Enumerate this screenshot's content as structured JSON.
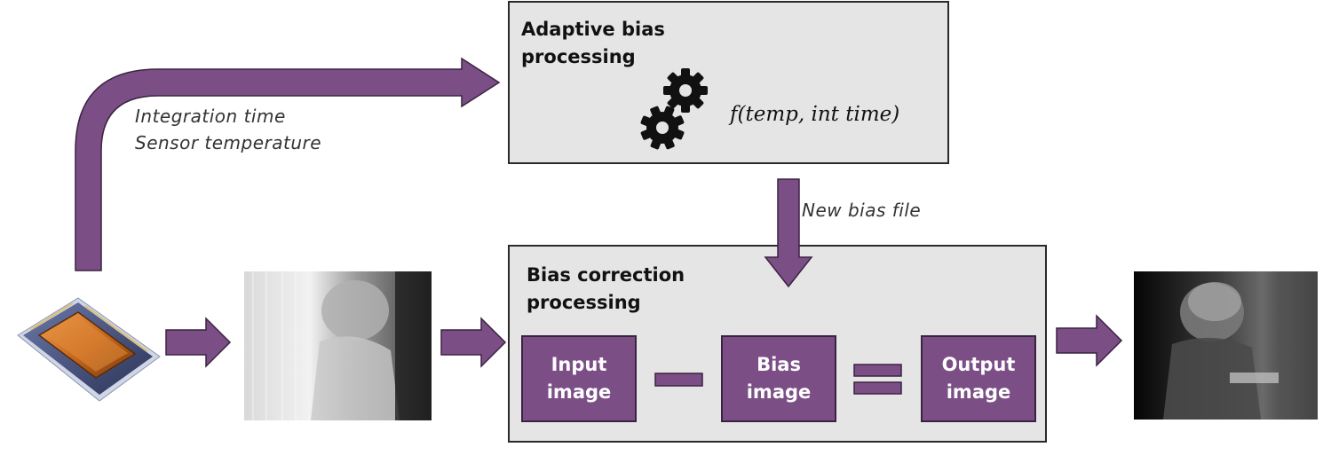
{
  "adaptive_box": {
    "title": "Adaptive bias\nprocessing",
    "formula": "f(temp, int time)"
  },
  "correction_box": {
    "title": "Bias correction\nprocessing"
  },
  "blocks": {
    "input": "Input\nimage",
    "bias": "Bias\nimage",
    "output": "Output\nimage"
  },
  "labels": {
    "integration_time": "Integration time",
    "sensor_temperature": "Sensor temperature",
    "new_bias_file": "New bias file"
  },
  "colors": {
    "accent": "#7b4f86",
    "box_fill": "#e6e5e6",
    "box_border": "#2a2a2a"
  },
  "icons": [
    "sensor-chip-icon",
    "gears-icon",
    "raw-thermal-image",
    "corrected-thermal-image"
  ]
}
